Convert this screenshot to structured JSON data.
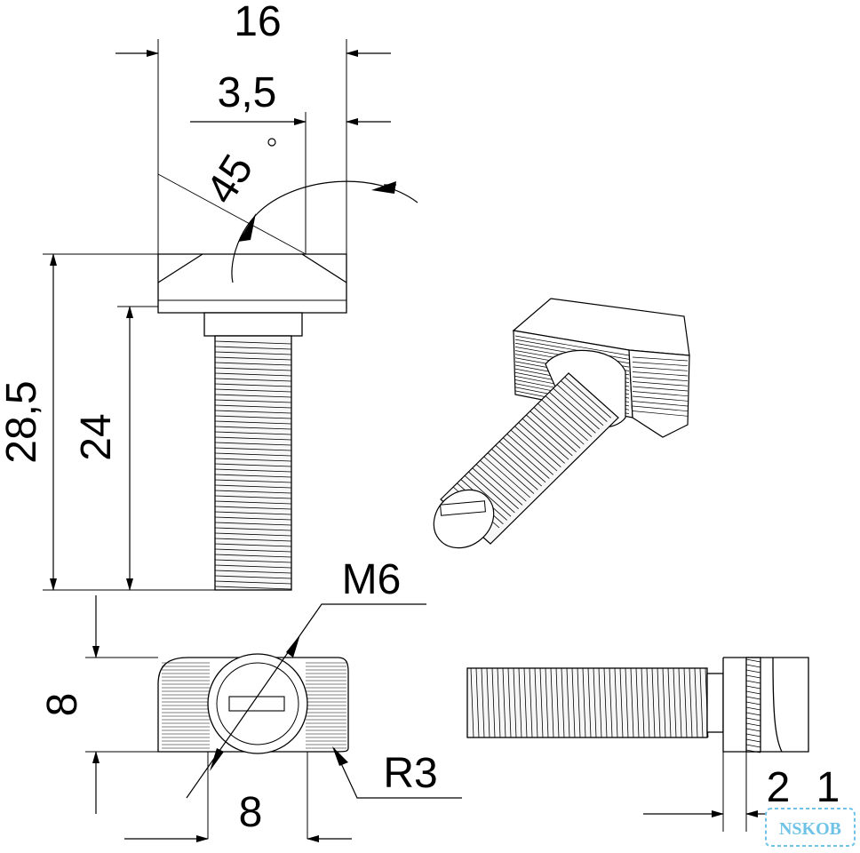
{
  "dimensions": {
    "head_width": "16",
    "slot_offset": "3,5",
    "chamfer_angle": "45",
    "degree_symbol": "°",
    "total_length": "28,5",
    "thread_length": "24",
    "thread_size": "M6",
    "head_height": "8",
    "head_depth": "8",
    "corner_radius": "R3",
    "head_thickness_a": "2",
    "head_thickness_b": "1"
  },
  "watermark": {
    "text": "NSKOB",
    "color": "#6fc3e6"
  },
  "colors": {
    "line": "#000000",
    "thread_fill": "#f7f7f7",
    "shade": "#cfcfcf"
  }
}
